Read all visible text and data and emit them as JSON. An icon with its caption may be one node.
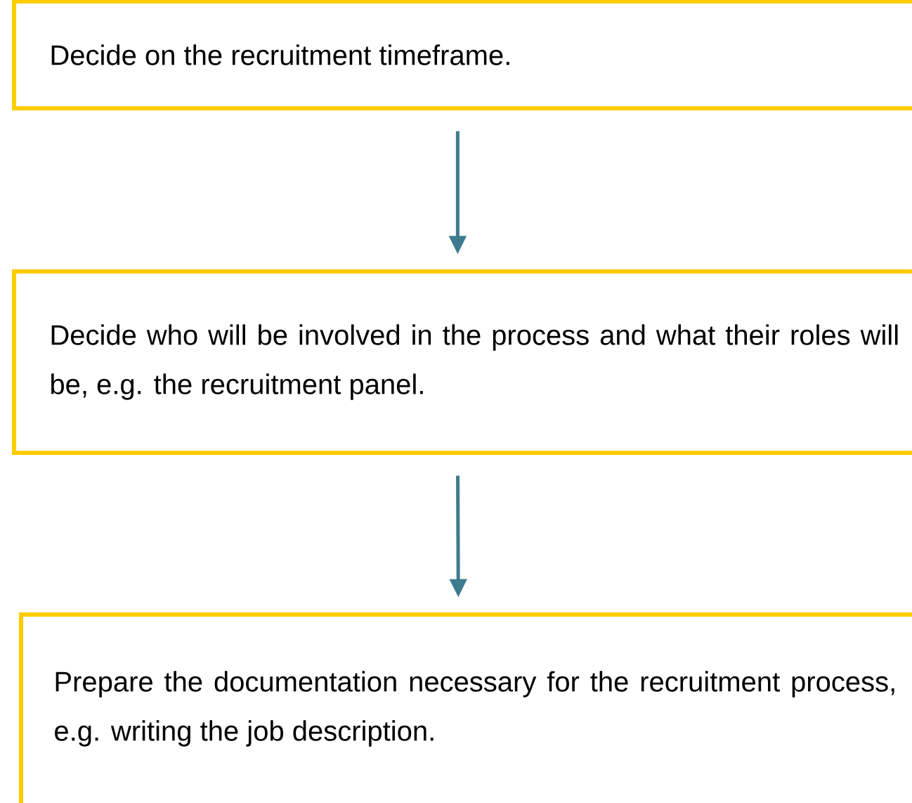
{
  "diagram": {
    "nodes": [
      {
        "text": [
          "Decide on the recruitment timeframe."
        ]
      },
      {
        "text": [
          "Decide who will be involved in the process and what their roles will be, e.g. the recruitment panel."
        ]
      },
      {
        "text": [
          "Prepare the documentation necessary for the recruitment process, e.g. writing the job description."
        ]
      }
    ],
    "edges": [
      {
        "from": 0,
        "to": 1,
        "arrow": "to"
      },
      {
        "from": 1,
        "to": 2,
        "arrow": "to"
      }
    ]
  }
}
